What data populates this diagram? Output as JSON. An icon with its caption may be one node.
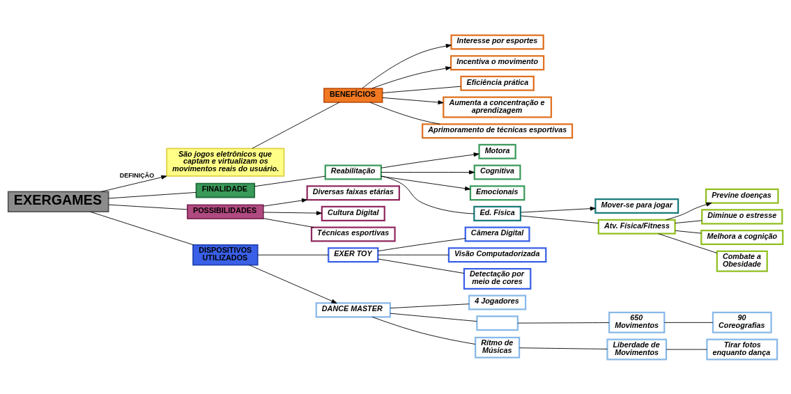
{
  "diagram": {
    "nodes": [
      {
        "text": [
          "EXERGAMES"
        ]
      },
      {
        "text": [
          "São jogos eletrônicos que captam e virtualizam os movimentos reais do usuário."
        ]
      },
      {
        "text": [
          "BENEFÍCIOS"
        ]
      },
      {
        "text": [
          "Interesse por esportes"
        ]
      },
      {
        "text": [
          "Incentiva o movimento"
        ]
      },
      {
        "text": [
          "Eficiência prática"
        ]
      },
      {
        "text": [
          "Aumenta a concentração e aprendizagem"
        ]
      },
      {
        "text": [
          "Aprimoramento de técnicas esportivas"
        ]
      },
      {
        "text": [
          "FINALIDADE"
        ]
      },
      {
        "text": [
          "Motora"
        ]
      },
      {
        "text": [
          "Reabilitação"
        ]
      },
      {
        "text": [
          "Cognitiva"
        ]
      },
      {
        "text": [
          "Emocionais"
        ]
      },
      {
        "text": [
          "Ed. Física"
        ]
      },
      {
        "text": [
          "Mover-se para jogar"
        ]
      },
      {
        "text": [
          "Atv. Física/Fitness"
        ]
      },
      {
        "text": [
          "Previne doenças"
        ]
      },
      {
        "text": [
          "Diminue o estresse"
        ]
      },
      {
        "text": [
          "Melhora a cognição"
        ]
      },
      {
        "text": [
          "Combate a Obesidade"
        ]
      },
      {
        "text": [
          "POSSIBILIDADES"
        ]
      },
      {
        "text": [
          "Diversas faixas etárias"
        ]
      },
      {
        "text": [
          "Cultura Digital"
        ]
      },
      {
        "text": [
          "Técnicas esportivas"
        ]
      },
      {
        "text": [
          "DISPOSITIVOS UTILIZADOS"
        ]
      },
      {
        "text": [
          "EXER TOY"
        ]
      },
      {
        "text": [
          "Câmera Digital"
        ]
      },
      {
        "text": [
          "Visão Computadorizada"
        ]
      },
      {
        "text": [
          "Detectação por meio de cores"
        ]
      },
      {
        "text": [
          "4 Jogadores"
        ]
      },
      {
        "text": [
          "DANCE MASTER"
        ]
      },
      {
        "text": [],
        "shape": "box"
      },
      {
        "text": [
          "Rítmo de Músicas"
        ]
      },
      {
        "text": [
          "650 Movimentos"
        ]
      },
      {
        "text": [
          "Liberdade de Movimentos"
        ]
      },
      {
        "text": [
          "90 Coreografias"
        ]
      },
      {
        "text": [
          "Tirar fotos enquanto dança"
        ]
      }
    ],
    "edges": [
      {
        "from": 0,
        "to": 1,
        "arrow": "to",
        "label": "DEFINIÇÃO"
      },
      {
        "from": 1,
        "to": 2,
        "arrow": "none"
      },
      {
        "from": 2,
        "to": 3,
        "arrow": "to"
      },
      {
        "from": 2,
        "to": 4,
        "arrow": "to"
      },
      {
        "from": 2,
        "to": 5,
        "arrow": "none"
      },
      {
        "from": 2,
        "to": 6,
        "arrow": "to"
      },
      {
        "from": 2,
        "to": 7,
        "arrow": "none"
      },
      {
        "from": 0,
        "to": 8,
        "arrow": "none"
      },
      {
        "from": 8,
        "to": 10,
        "arrow": "none"
      },
      {
        "from": 10,
        "to": 9,
        "arrow": "to"
      },
      {
        "from": 10,
        "to": 11,
        "arrow": "to"
      },
      {
        "from": 10,
        "to": 12,
        "arrow": "to"
      },
      {
        "from": 10,
        "to": 13,
        "arrow": "none"
      },
      {
        "from": 13,
        "to": 14,
        "arrow": "to"
      },
      {
        "from": 13,
        "to": 15,
        "arrow": "none"
      },
      {
        "from": 15,
        "to": 16,
        "arrow": "to"
      },
      {
        "from": 15,
        "to": 17,
        "arrow": "none"
      },
      {
        "from": 15,
        "to": 18,
        "arrow": "none"
      },
      {
        "from": 15,
        "to": 19,
        "arrow": "none"
      },
      {
        "from": 0,
        "to": 20,
        "arrow": "none"
      },
      {
        "from": 20,
        "to": 21,
        "arrow": "to"
      },
      {
        "from": 20,
        "to": 22,
        "arrow": "to"
      },
      {
        "from": 20,
        "to": 23,
        "arrow": "none"
      },
      {
        "from": 0,
        "to": 24,
        "arrow": "none"
      },
      {
        "from": 24,
        "to": 25,
        "arrow": "none"
      },
      {
        "from": 24,
        "to": 30,
        "arrow": "to"
      },
      {
        "from": 25,
        "to": 26,
        "arrow": "none"
      },
      {
        "from": 25,
        "to": 27,
        "arrow": "none"
      },
      {
        "from": 25,
        "to": 28,
        "arrow": "none"
      },
      {
        "from": 30,
        "to": 29,
        "arrow": "none"
      },
      {
        "from": 30,
        "to": 31,
        "arrow": "none"
      },
      {
        "from": 30,
        "to": 32,
        "arrow": "none"
      },
      {
        "from": 31,
        "to": 33,
        "arrow": "none"
      },
      {
        "from": 32,
        "to": 34,
        "arrow": "none"
      },
      {
        "from": 33,
        "to": 35,
        "arrow": "none"
      },
      {
        "from": 34,
        "to": 36,
        "arrow": "none"
      }
    ]
  }
}
